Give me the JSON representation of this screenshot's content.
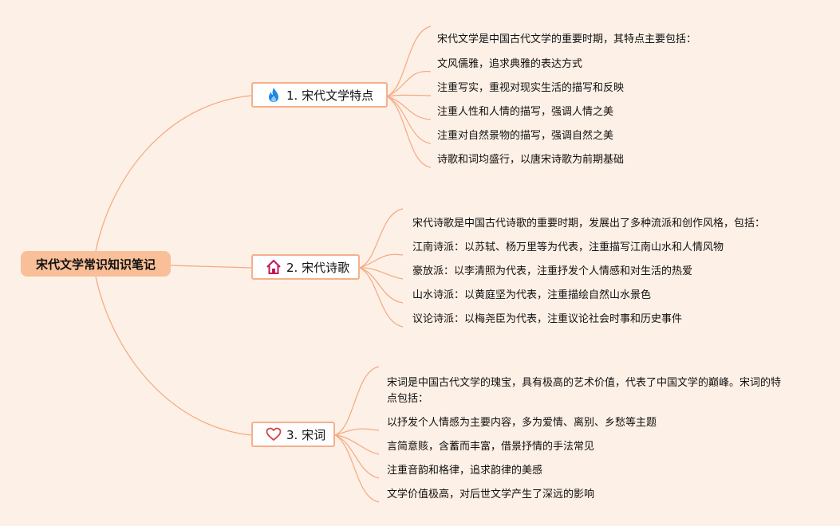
{
  "root": {
    "title": "宋代文学常识知识笔记"
  },
  "colors": {
    "line": "#f5a880",
    "root_bg": "#f8bf98",
    "background": "#fdf0e6"
  },
  "topics": [
    {
      "label": "1. 宋代文学特点",
      "icon": "flame-icon",
      "items": [
        "宋代文学是中国古代文学的重要时期，其特点主要包括：",
        "文风儒雅，追求典雅的表达方式",
        "注重写实，重视对现实生活的描写和反映",
        "注重人性和人情的描写，强调人情之美",
        "注重对自然景物的描写，强调自然之美",
        "诗歌和词均盛行，以唐宋诗歌为前期基础"
      ]
    },
    {
      "label": "2. 宋代诗歌",
      "icon": "home-icon",
      "items": [
        "宋代诗歌是中国古代诗歌的重要时期，发展出了多种流派和创作风格，包括：",
        "江南诗派：以苏轼、杨万里等为代表，注重描写江南山水和人情风物",
        "豪放派：以李清照为代表，注重抒发个人情感和对生活的热爱",
        "山水诗派：以黄庭坚为代表，注重描绘自然山水景色",
        "议论诗派：以梅尧臣为代表，注重议论社会时事和历史事件"
      ]
    },
    {
      "label": "3. 宋词",
      "icon": "heart-icon",
      "items": [
        "宋词是中国古代文学的瑰宝，具有极高的艺术价值，代表了中国文学的巅峰。宋词的特点包括：",
        "以抒发个人情感为主要内容，多为爱情、离别、乡愁等主题",
        "言简意赅，含蓄而丰富，借景抒情的手法常见",
        "注重音韵和格律，追求韵律的美感",
        "文学价值极高，对后世文学产生了深远的影响"
      ]
    }
  ]
}
